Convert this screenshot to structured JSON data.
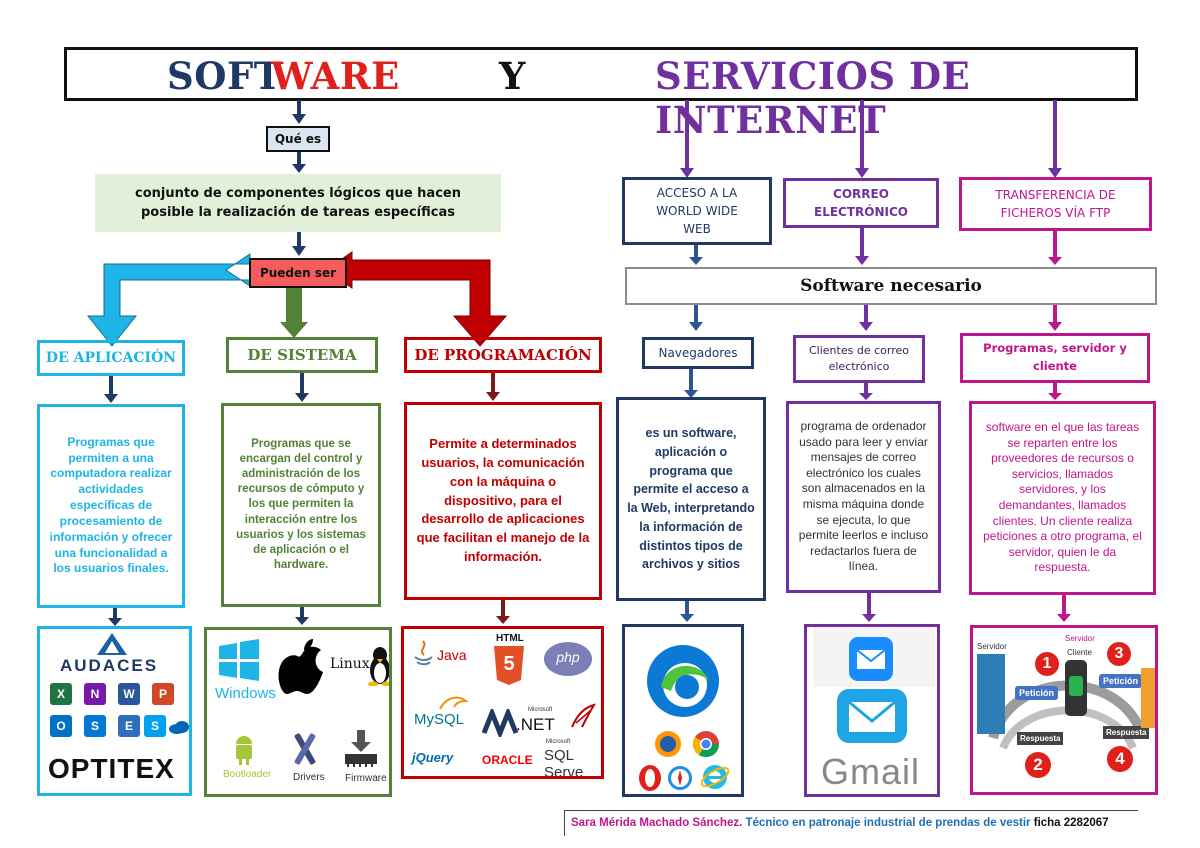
{
  "title": {
    "software_soft": "SOFT",
    "software_ware": "WARE",
    "y": "Y",
    "servicios": "SERVICIOS DE INTERNET"
  },
  "software": {
    "que_es": "Qué es",
    "definition": "conjunto de componentes lógicos que hacen posible la realización de tareas específicas",
    "pueden_ser": "Pueden ser",
    "types": [
      {
        "label": "DE APLICACIÓN",
        "description": "Programas que permiten a una computadora realizar actividades específicas de procesamiento de información y ofrecer una funcionalidad a los usuarios finales."
      },
      {
        "label": "DE SISTEMA",
        "description": "Programas que se encargan del control y administración de los recursos de cómputo y los que permiten la interacción entre los usuarios y los sistemas de aplicación o el hardware."
      },
      {
        "label": "DE PROGRAMACIÓN",
        "description": "Permite a determinados usuarios, la comunicación con la máquina o dispositivo, para el desarrollo de aplicaciones que facilitan el manejo de la información."
      }
    ]
  },
  "servicios": {
    "services": [
      {
        "label": "ACCESO A LA WORLD WIDE WEB",
        "software": "Navegadores",
        "description": "es un software, aplicación o programa que permite el acceso a la Web, interpretando la información de distintos tipos de archivos y sitios"
      },
      {
        "label": "CORREO ELECTRÓNICO",
        "software": "Clientes de correo electrónico",
        "description": "programa de ordenador usado para leer y enviar mensajes de correo electrónico los cuales son almacenados en la misma máquina donde se ejecuta, lo que permite leerlos e incluso redactarlos fuera de línea."
      },
      {
        "label": "TRANSFERENCIA DE FICHEROS VÍA FTP",
        "software": "Programas, servidor y cliente",
        "description": "software en el que las tareas se reparten entre los proveedores de recursos o servicios, llamados servidores, y los demandantes, llamados clientes. Un cliente realiza peticiones a otro programa, el servidor, quien le da respuesta."
      }
    ],
    "software_necesario": "Software necesario"
  },
  "images": {
    "aplicacion": {
      "brand1": "AUDACES",
      "brand2": "OPTITEX",
      "office_letters": [
        "X",
        "N",
        "W",
        "P",
        "O",
        "S",
        "E",
        "S"
      ]
    },
    "sistema": {
      "windows": "Windows",
      "linux": "Linux",
      "bootloader": "Bootloader",
      "drivers": "Drivers",
      "firmware": "Firmware"
    },
    "programacion": {
      "java": "Java",
      "html": "HTML",
      "html_num": "5",
      "php": "php",
      "mysql": "MySQL",
      "net": ".NET",
      "net_prefix": "Microsoft",
      "jquery": "jQuery",
      "oracle": "ORACLE",
      "sql": "SQL Serve",
      "sql_prefix": "Microsoft"
    },
    "ftp": {
      "servidor": "Servidor",
      "cliente": "Cliente",
      "peticion": "Petición",
      "respuesta": "Respuesta",
      "n1": "1",
      "n2": "2",
      "n3": "3",
      "n4": "4"
    },
    "gmail": "Gmail"
  },
  "footer": {
    "author": "Sara Mérida Machado Sánchez.",
    "program": "Técnico en patronaje industrial de prendas de vestir",
    "ficha": "ficha 2282067"
  },
  "colors": {
    "navy": "#1f3864",
    "green": "#538135",
    "red": "#c00000",
    "cyan": "#1fb4e6",
    "purple": "#7030a0",
    "magenta": "#c0168c",
    "title_red": "#e0201a",
    "title_purple": "#7030a0"
  }
}
